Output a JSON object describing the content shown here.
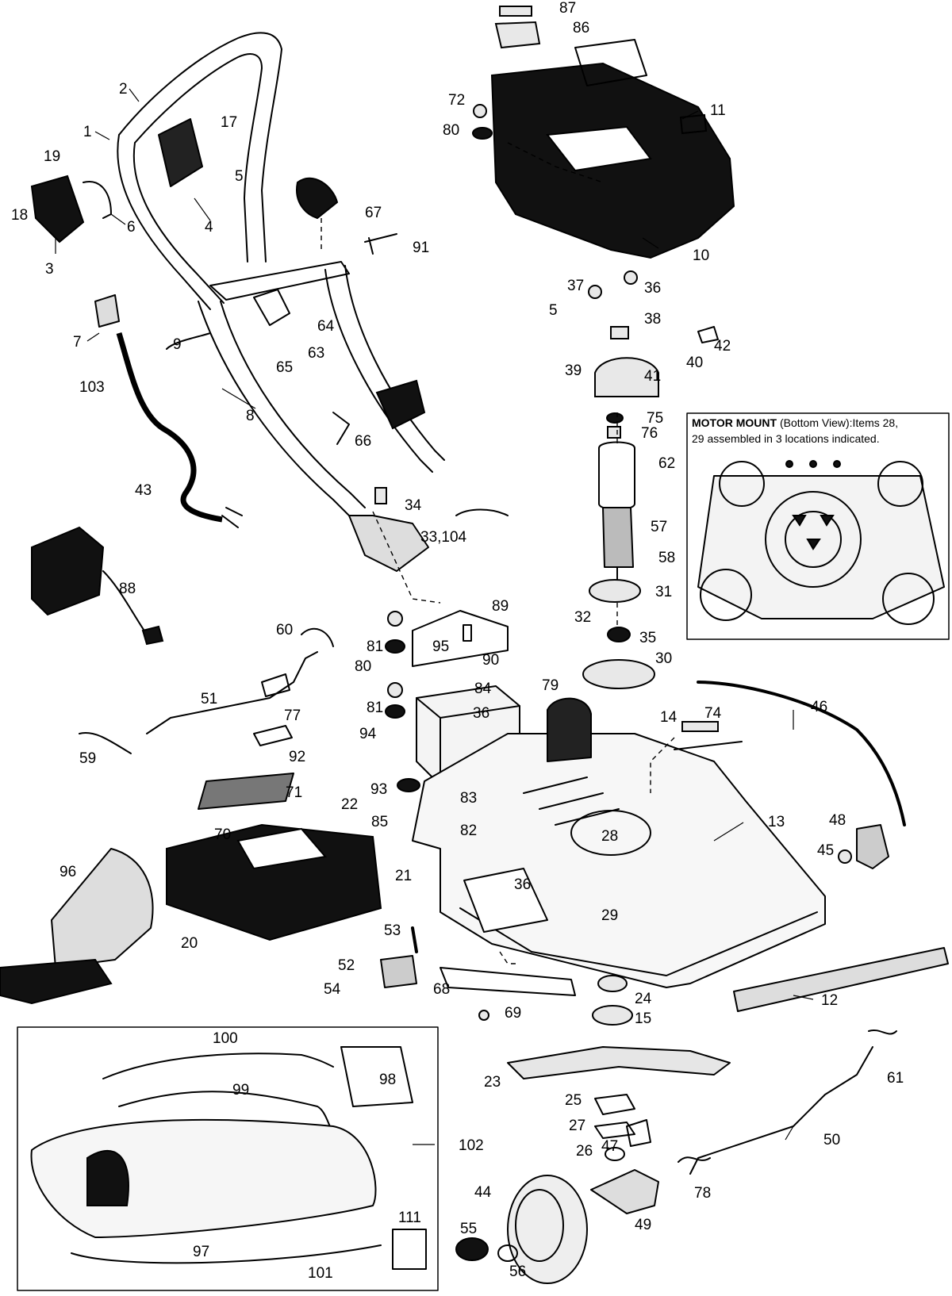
{
  "inset_motor_mount": {
    "title_bold": "MOTOR MOUNT",
    "title_rest": " (Bottom View):Items 28,",
    "line2": "29 assembled in 3 locations indicated."
  },
  "part_labels": [
    "1",
    "2",
    "3",
    "4",
    "5",
    "6",
    "7",
    "8",
    "9",
    "10",
    "11",
    "12",
    "13",
    "14",
    "15",
    "17",
    "18",
    "19",
    "20",
    "21",
    "22",
    "23",
    "24",
    "25",
    "26",
    "27",
    "28",
    "29",
    "30",
    "31",
    "32",
    "33,104",
    "34",
    "35",
    "36",
    "37",
    "38",
    "39",
    "40",
    "41",
    "42",
    "43",
    "44",
    "45",
    "46",
    "47",
    "48",
    "49",
    "50",
    "51",
    "52",
    "53",
    "54",
    "55",
    "56",
    "57",
    "58",
    "59",
    "60",
    "61",
    "62",
    "63",
    "64",
    "65",
    "66",
    "67",
    "68",
    "69",
    "70",
    "71",
    "72",
    "74",
    "75",
    "76",
    "77",
    "78",
    "79",
    "80",
    "81",
    "82",
    "83",
    "84",
    "85",
    "86",
    "87",
    "88",
    "89",
    "90",
    "91",
    "92",
    "93",
    "94",
    "95",
    "96",
    "97",
    "98",
    "99",
    "100",
    "101",
    "102",
    "103",
    "111"
  ]
}
